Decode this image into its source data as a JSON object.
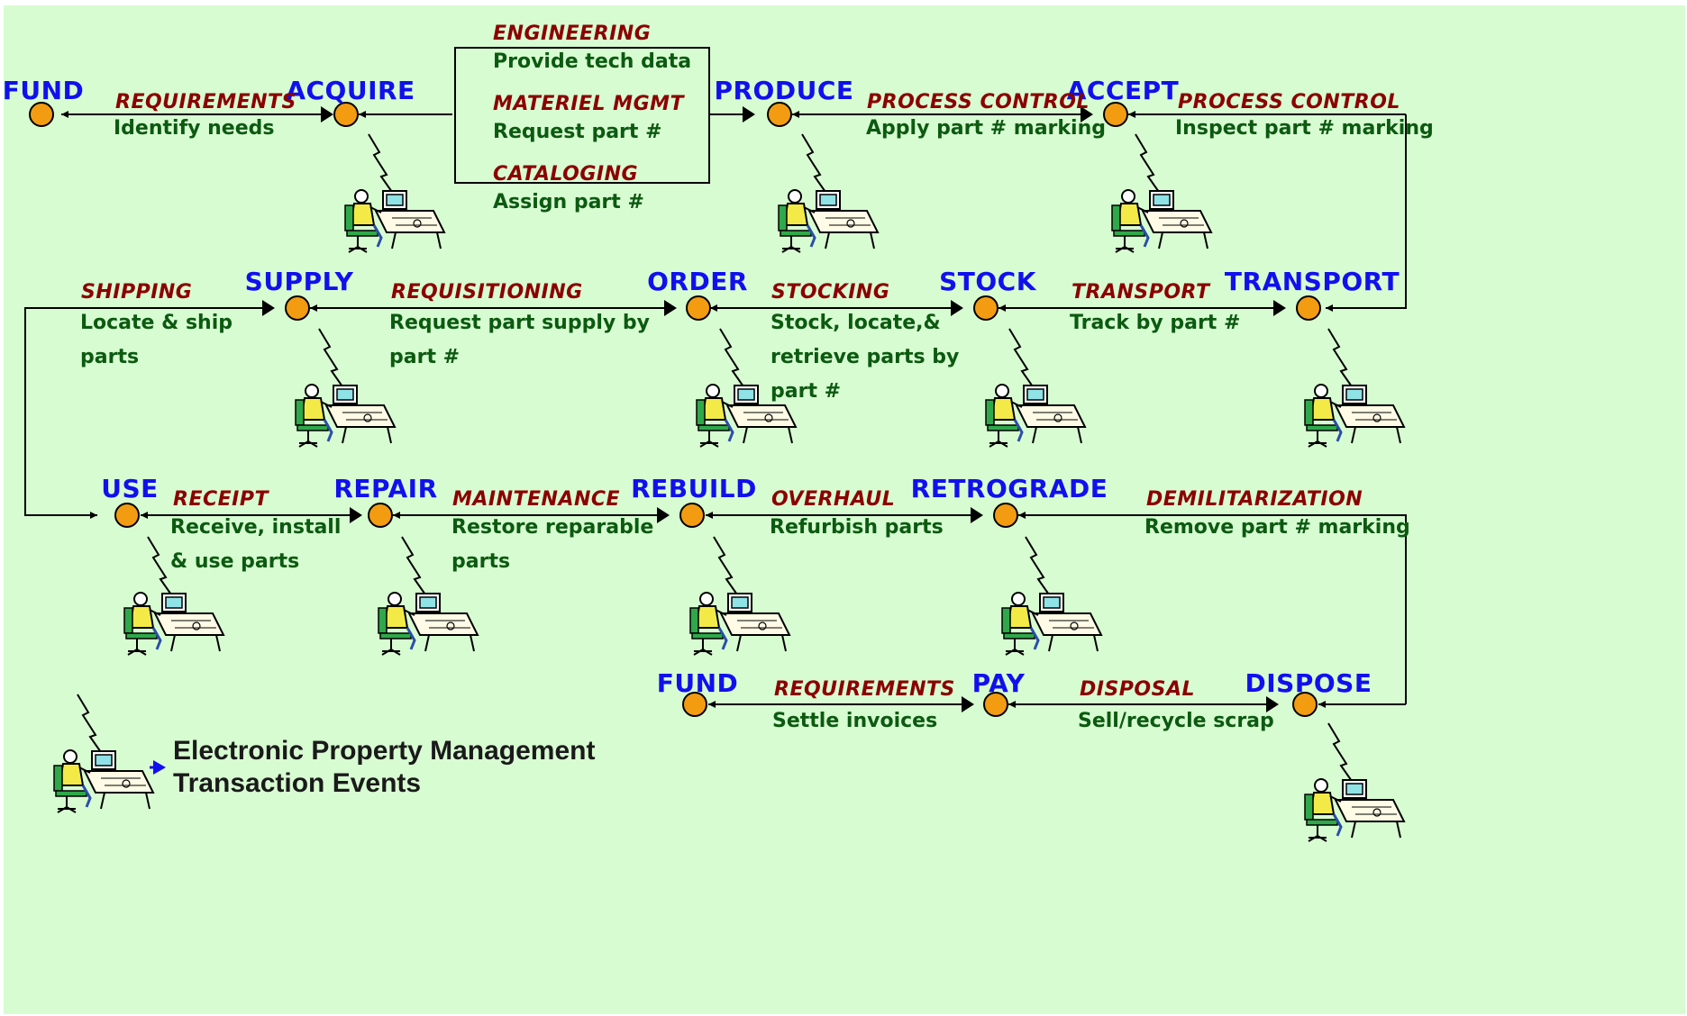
{
  "diagram": {
    "nodes": {
      "fund1": "FUND",
      "acquire": "ACQUIRE",
      "produce": "PRODUCE",
      "accept": "ACCEPT",
      "supply": "SUPPLY",
      "order": "ORDER",
      "stock": "STOCK",
      "transport": "TRANSPORT",
      "use": "USE",
      "repair": "REPAIR",
      "rebuild": "REBUILD",
      "retrograde": "RETROGRADE",
      "fund2": "FUND",
      "pay": "PAY",
      "dispose": "DISPOSE"
    },
    "labels": {
      "requirements1": {
        "category": "REQUIREMENTS",
        "desc": "Identify needs"
      },
      "engineering": {
        "category": "ENGINEERING",
        "desc": "Provide tech data"
      },
      "materiel": {
        "category": "MATERIEL MGMT",
        "desc": "Request part #"
      },
      "cataloging": {
        "category": "CATALOGING",
        "desc": "Assign part #"
      },
      "process_control1": {
        "category": "PROCESS CONTROL",
        "desc": "Apply part # marking"
      },
      "process_control2": {
        "category": "PROCESS CONTROL",
        "desc": "Inspect part # marking"
      },
      "shipping": {
        "category": "SHIPPING",
        "desc_line1": "Locate & ship",
        "desc_line2": "parts"
      },
      "requisitioning": {
        "category": "REQUISITIONING",
        "desc_line1": "Request part supply by",
        "desc_line2": "part #"
      },
      "stocking": {
        "category": "STOCKING",
        "desc_line1": "Stock,  locate,&",
        "desc_line2": "retrieve parts by",
        "desc_line3": "part #"
      },
      "transport": {
        "category": "TRANSPORT",
        "desc": "Track by part #"
      },
      "receipt": {
        "category": "RECEIPT",
        "desc_line1": "Receive,  install",
        "desc_line2": "& use parts"
      },
      "maintenance": {
        "category": "MAINTENANCE",
        "desc_line1": "Restore reparable",
        "desc_line2": "parts"
      },
      "overhaul": {
        "category": "OVERHAUL",
        "desc": "Refurbish parts"
      },
      "demilitarization": {
        "category": "DEMILITARIZATION",
        "desc": "Remove part # marking"
      },
      "requirements2": {
        "category": "REQUIREMENTS",
        "desc": "Settle invoices"
      },
      "disposal": {
        "category": "DISPOSAL",
        "desc": "Sell/recycle scrap"
      }
    },
    "legend": {
      "line1": "Electronic Property Management",
      "line2": "Transaction Events"
    },
    "colors": {
      "background": "#d8fcd2",
      "node_fill": "#f39c12",
      "node_title": "#1010ee",
      "category": "#8b0000",
      "description": "#0b5a10"
    },
    "icon": "person-at-computer-workstation-icon"
  }
}
